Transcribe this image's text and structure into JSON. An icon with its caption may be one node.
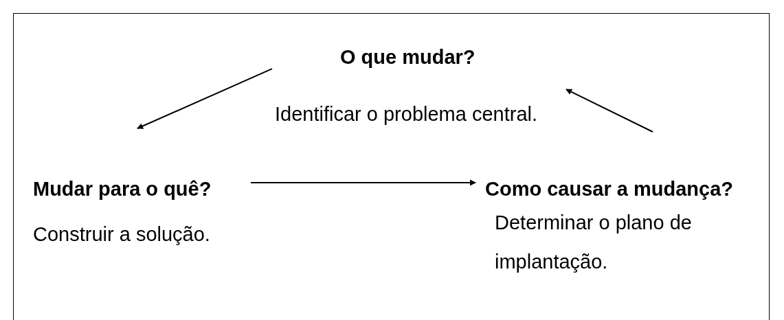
{
  "diagram": {
    "nodes": [
      {
        "text": [
          "O que mudar?",
          "Identificar o problema central."
        ]
      },
      {
        "text": [
          "Mudar para o quê?",
          "Construir a solução."
        ]
      },
      {
        "text": [
          "Como causar a mudança?",
          "Determinar o plano de implantação."
        ]
      }
    ],
    "edges": [
      {
        "from": 0,
        "to": 1,
        "arrow": "to"
      },
      {
        "from": 1,
        "to": 2,
        "arrow": "to"
      },
      {
        "from": 2,
        "to": 0,
        "arrow": "to"
      }
    ]
  }
}
